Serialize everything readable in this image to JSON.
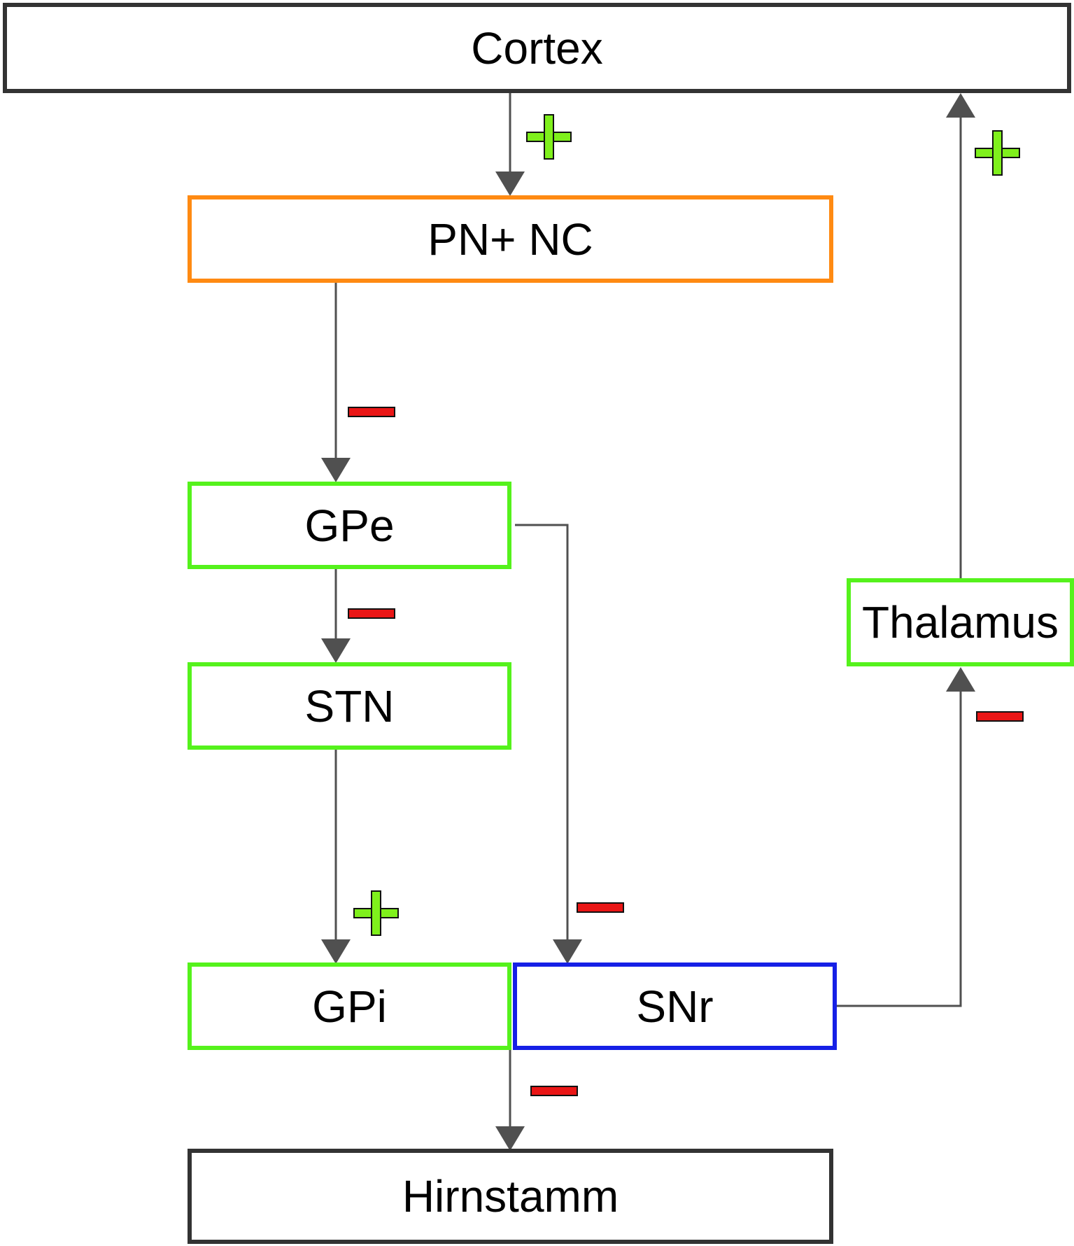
{
  "nodes": {
    "cortex": "Cortex",
    "pn_nc": "PN+ NC",
    "gpe": "GPe",
    "stn": "STN",
    "gpi": "GPi",
    "snr": "SNr",
    "thalamus": "Thalamus",
    "hirnstamm": "Hirnstamm"
  },
  "colors": {
    "dark_border": "#333333",
    "orange_border": "#ff8a12",
    "green_border": "#55f21c",
    "blue_border": "#1620e6",
    "arrow": "#505050",
    "plus_fill": "#7ff01c",
    "minus_fill": "#ea1616"
  },
  "signs": [
    {
      "edge": "Cortex to PN+ NC",
      "sign": "plus"
    },
    {
      "edge": "PN+ NC to GPe",
      "sign": "minus"
    },
    {
      "edge": "GPe to STN",
      "sign": "minus"
    },
    {
      "edge": "STN to GPi",
      "sign": "plus"
    },
    {
      "edge": "GPe to SNr",
      "sign": "minus"
    },
    {
      "edge": "SNr to Thalamus",
      "sign": "minus"
    },
    {
      "edge": "Thalamus to Cortex",
      "sign": "plus"
    },
    {
      "edge": "GPi/SNr to Hirnstamm",
      "sign": "minus"
    }
  ]
}
